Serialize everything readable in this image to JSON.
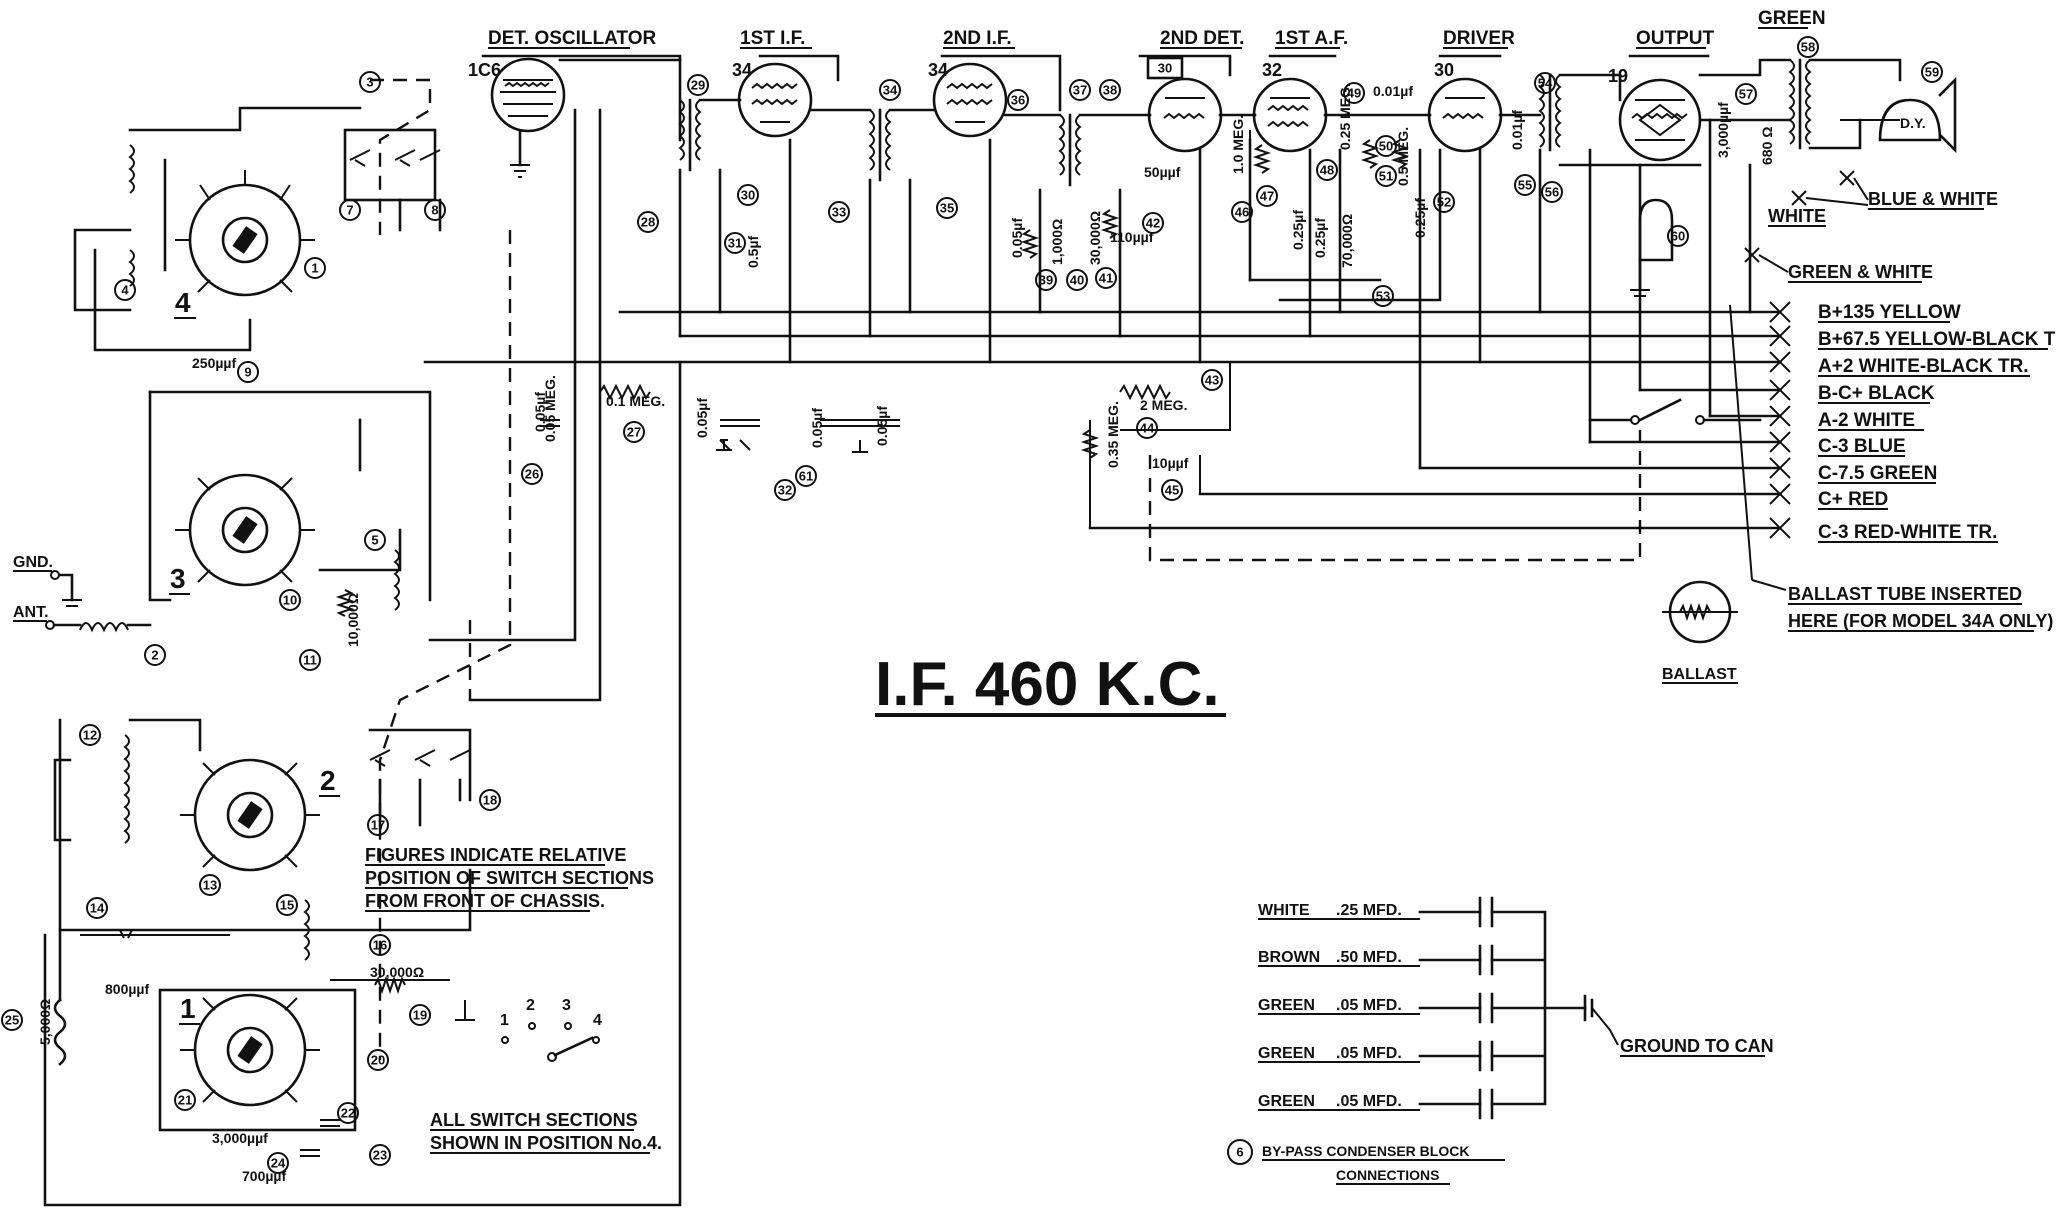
{
  "stage_labels": {
    "det_oscillator": "DET. OSCILLATOR",
    "first_if": "1ST I.F.",
    "second_if": "2ND I.F.",
    "second_det": "2ND DET.",
    "first_af": "1ST A.F.",
    "driver": "DRIVER",
    "output": "OUTPUT",
    "green_top": "GREEN"
  },
  "tube_types": {
    "det_osc": "1C6",
    "first_if": "34",
    "second_if": "34",
    "second_det": "30",
    "first_af": "32",
    "driver": "30",
    "output": "19"
  },
  "main_title": "I.F. 460 K.C.",
  "battery_leads": [
    "B+135 YELLOW",
    "B+67.5 YELLOW-BLACK TR.",
    "A+2 WHITE-BLACK TR.",
    "B-C+ BLACK",
    "A-2 WHITE",
    "C-3 BLUE",
    "C-7.5 GREEN",
    "C+ RED",
    "C-3 RED-WHITE TR."
  ],
  "speaker_labels": {
    "white": "WHITE",
    "blue_white": "BLUE & WHITE",
    "green_white": "GREEN & WHITE",
    "dyn": "D.Y.",
    "ohms": "680 Ω"
  },
  "ballast": {
    "note_line1": "BALLAST TUBE INSERTED",
    "note_line2": "HERE (FOR MODEL 34A ONLY)",
    "label": "BALLAST"
  },
  "switch_notes": {
    "figures_line1": "FIGURES INDICATE RELATIVE",
    "figures_line2": "POSITION OF SWITCH SECTIONS",
    "figures_line3": "FROM FRONT OF CHASSIS.",
    "all_line1": "ALL SWITCH SECTIONS",
    "all_line2": "SHOWN IN POSITION No.4.",
    "section_numbers": [
      "4",
      "3",
      "2",
      "1"
    ],
    "positions": [
      "1",
      "2",
      "3",
      "4"
    ]
  },
  "antenna": {
    "gnd": "GND.",
    "ant": "ANT."
  },
  "component_values": [
    "250µµf",
    "0.1 MEG.",
    "0.05µf",
    "0.05µf",
    "0.05µf",
    "0.05µf",
    "0.5µf",
    "0.05µf",
    "1,000Ω",
    "30,000Ω",
    "110µµf",
    "50µµf",
    "0.35 MEG.",
    "2 MEG.",
    "10µµf",
    "1.0 MEG.",
    "0.25µf",
    "0.25µf",
    "0.25 MEG.",
    "0.01µf",
    "70,000Ω",
    "0.5 MEG.",
    "0.25µf",
    "0.01µf",
    "3,000µµf",
    "800µµf",
    "30,000Ω",
    "5,000Ω",
    "3,000µµf",
    "700µµf",
    "0.05 MEG.",
    "10,000Ω"
  ],
  "bypass_block": {
    "rows": [
      {
        "color": "WHITE",
        "value": ".25 MFD."
      },
      {
        "color": "BROWN",
        "value": ".50 MFD."
      },
      {
        "color": "GREEN",
        "value": ".05 MFD."
      },
      {
        "color": "GREEN",
        "value": ".05 MFD."
      },
      {
        "color": "GREEN",
        "value": ".05 MFD."
      }
    ],
    "ground_label": "GROUND TO CAN",
    "caption_marker": "6",
    "caption_line1": "BY-PASS CONDENSER BLOCK",
    "caption_line2": "CONNECTIONS"
  },
  "part_markers": [
    "3",
    "7",
    "8",
    "1",
    "4",
    "9",
    "5",
    "10",
    "11",
    "2",
    "12",
    "13",
    "14",
    "15",
    "16",
    "17",
    "18",
    "19",
    "20",
    "21",
    "22",
    "23",
    "24",
    "25",
    "26",
    "27",
    "28",
    "29",
    "30",
    "31",
    "32",
    "33",
    "34",
    "35",
    "36",
    "37",
    "38",
    "39",
    "40",
    "41",
    "42",
    "43",
    "44",
    "45",
    "46",
    "47",
    "48",
    "49",
    "50",
    "51",
    "52",
    "53",
    "54",
    "55",
    "56",
    "57",
    "58",
    "59",
    "60",
    "61"
  ]
}
